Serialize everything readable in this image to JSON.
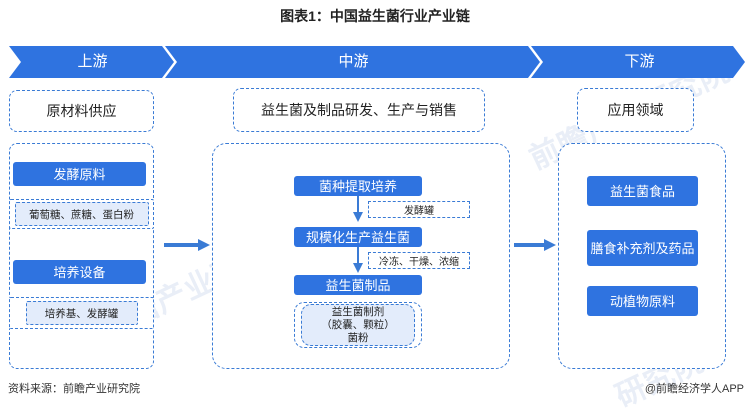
{
  "title": "图表1：中国益生菌行业产业链",
  "stages": {
    "upstream": "上游",
    "midstream": "中游",
    "downstream": "下游"
  },
  "upstream": {
    "header": "原材料供应",
    "group1_title": "发酵原料",
    "group1_items": "葡萄糖、蔗糖、蛋白粉",
    "group2_title": "培养设备",
    "group2_items": "培养基、发酵罐"
  },
  "midstream": {
    "header": "益生菌及制品研发、生产与销售",
    "step1": "菌种提取培养",
    "step1_tag": "发酵罐",
    "step2": "规模化生产益生菌",
    "step2_tag": "冷冻、干燥、浓缩",
    "step3": "益生菌制品",
    "product_line1": "益生菌制剂",
    "product_line2": "（胶囊、颗粒）",
    "product_line3": "菌粉"
  },
  "downstream": {
    "header": "应用领域",
    "item1": "益生菌食品",
    "item2": "膳食补充剂及药品",
    "item3": "动植物原料"
  },
  "footer": {
    "source": "资料来源：前瞻产业研究院",
    "brand": "@前瞻经济学人APP"
  },
  "watermark": "前瞻产业研究院",
  "colors": {
    "chevron": "#2f73e0",
    "accent": "#3a7bd5",
    "light_fill": "#e3ecfb"
  }
}
